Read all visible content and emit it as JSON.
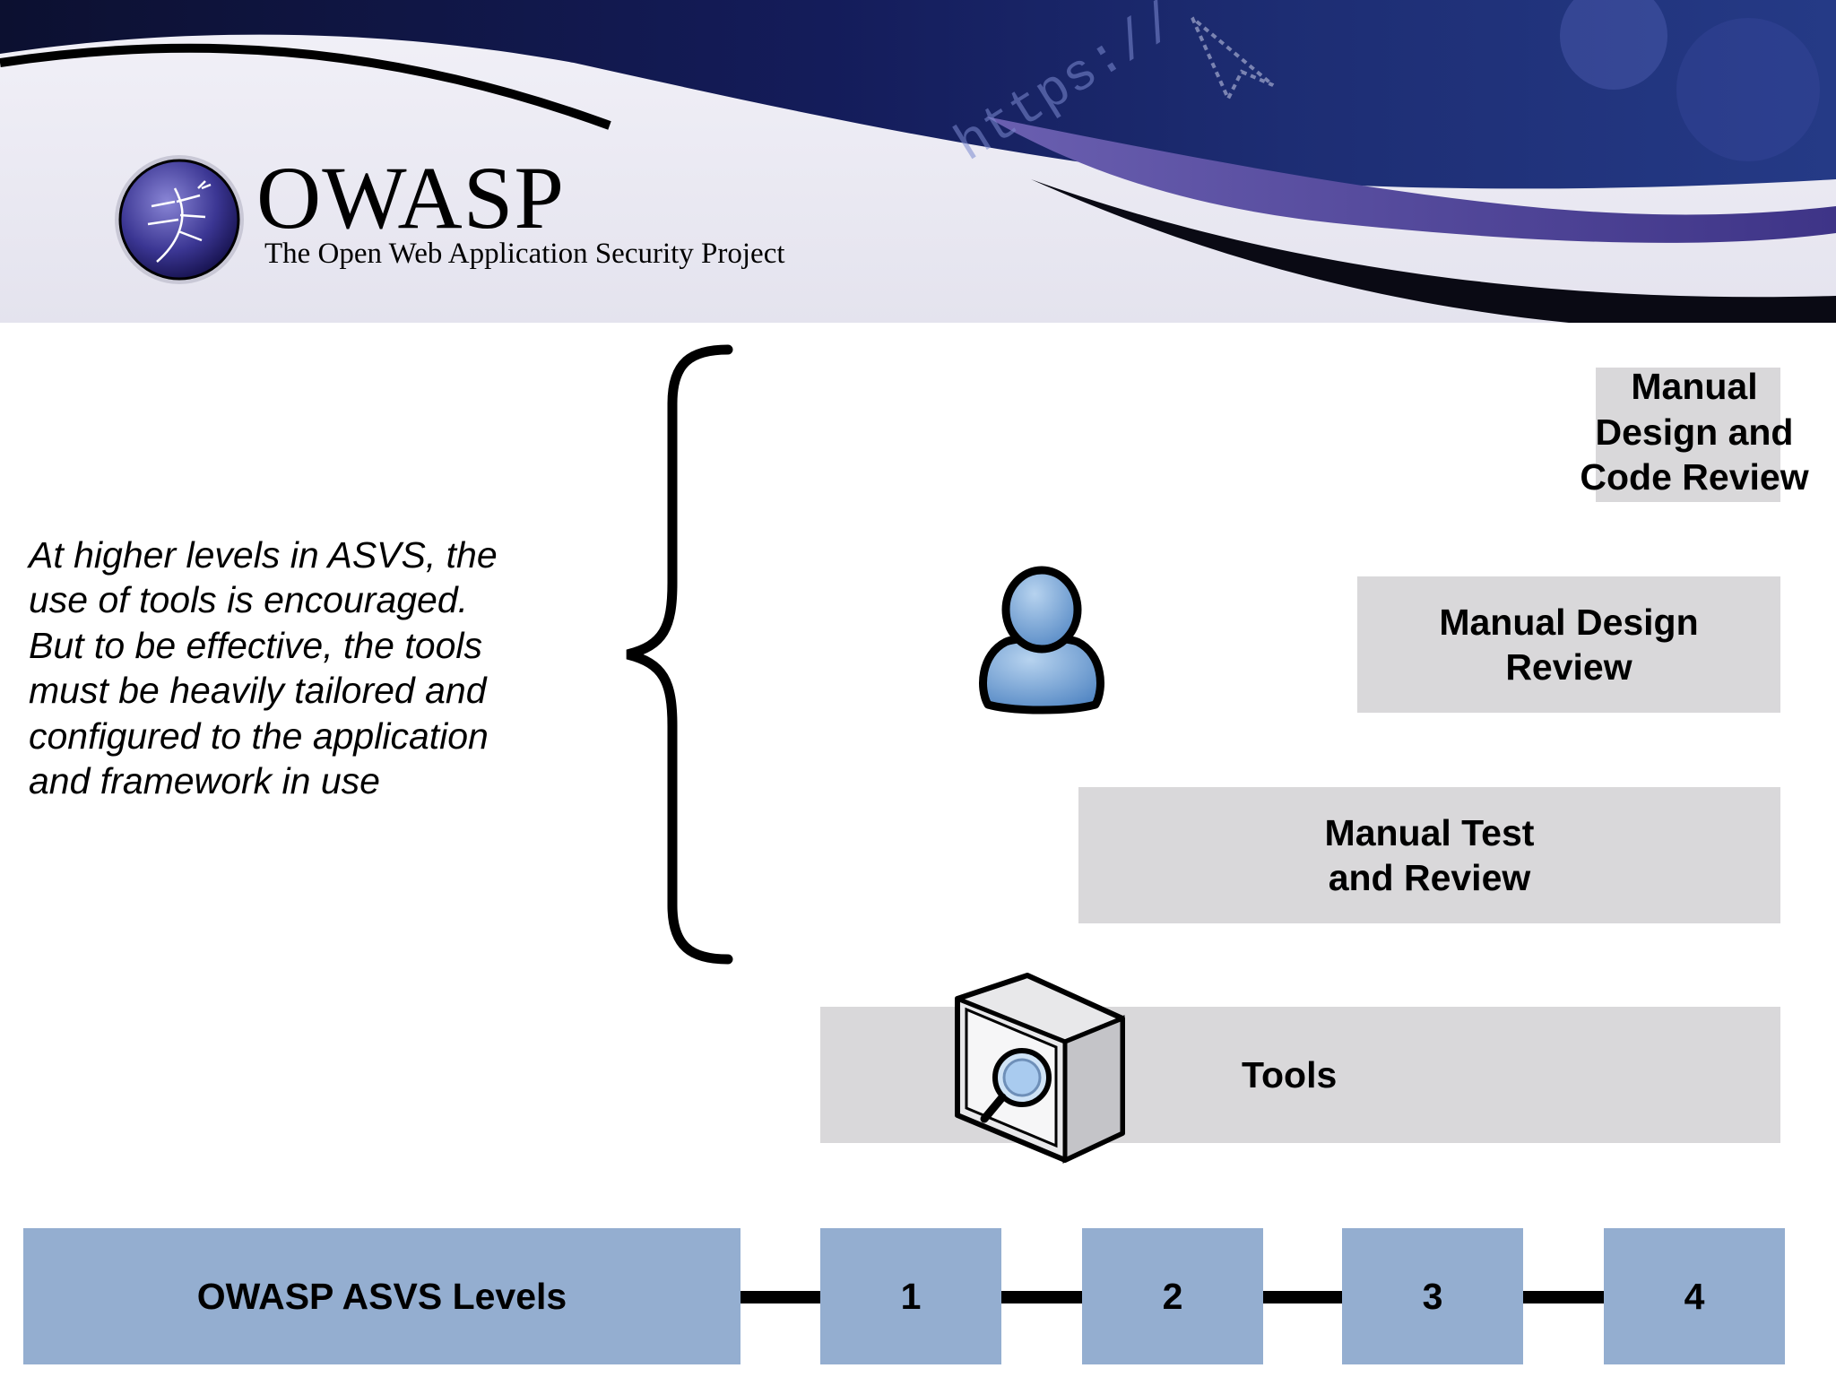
{
  "header": {
    "logo_title": "OWASP",
    "logo_subtitle": "The Open Web Application Security Project",
    "banner_text": "https://"
  },
  "side_note": "At higher levels in ASVS, the\nuse of tools is encouraged.\nBut to be effective, the tools\nmust be heavily tailored and\nconfigured to the application\nand framework in use",
  "verification_bars": [
    {
      "label": "Manual\nDesign and\nCode Review"
    },
    {
      "label": "Manual Design\nReview"
    },
    {
      "label": "Manual Test\nand Review"
    },
    {
      "label": "Tools"
    }
  ],
  "levels": {
    "title": "OWASP ASVS Levels",
    "items": [
      "1",
      "2",
      "3",
      "4"
    ]
  },
  "colors": {
    "level_box": "#94aed0",
    "bar_fill": "#d9d8da",
    "banner_dark": "#0b1440",
    "banner_purple": "#4b3f8f"
  },
  "icons": [
    "owasp-globe-icon",
    "user-icon",
    "scanner-icon"
  ]
}
